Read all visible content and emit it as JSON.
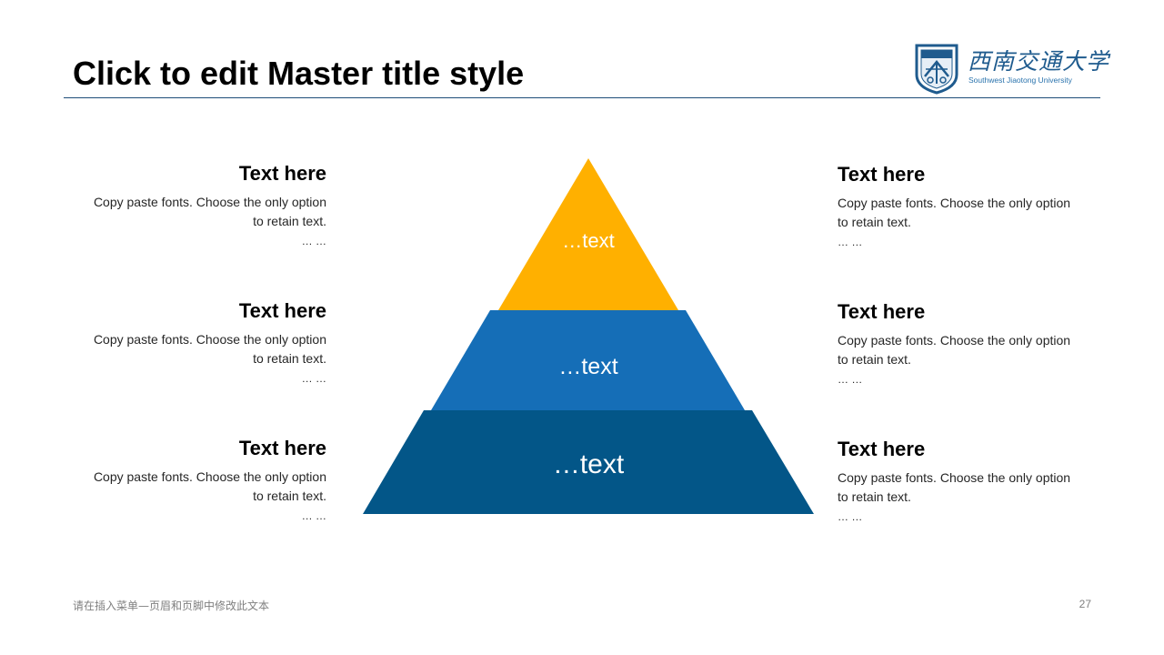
{
  "title": "Click to edit Master title style",
  "logo": {
    "name_cn": "西南交通大学",
    "name_en": "Southwest Jiaotong University"
  },
  "pyramid": {
    "tiers": [
      {
        "label": "…text",
        "color": "#ffb000"
      },
      {
        "label": "…text",
        "color": "#156eb7"
      },
      {
        "label": "…text",
        "color": "#035688"
      }
    ]
  },
  "left_items": [
    {
      "heading": "Text here",
      "line1": "Copy paste fonts. Choose the only option",
      "line2": "to retain text.",
      "ellipsis": "… …"
    },
    {
      "heading": "Text here",
      "line1": "Copy paste fonts. Choose the only option",
      "line2": "to retain text.",
      "ellipsis": "… …"
    },
    {
      "heading": "Text here",
      "line1": "Copy paste fonts. Choose the only option",
      "line2": "to retain text.",
      "ellipsis": "… …"
    }
  ],
  "right_items": [
    {
      "heading": "Text here",
      "line1": "Copy paste fonts. Choose the only option",
      "line2": "to retain text.",
      "ellipsis": "… …"
    },
    {
      "heading": "Text here",
      "line1": "Copy paste fonts. Choose the only option",
      "line2": "to retain text.",
      "ellipsis": "… …"
    },
    {
      "heading": "Text here",
      "line1": "Copy paste fonts. Choose the only option",
      "line2": "to retain text.",
      "ellipsis": "… …"
    }
  ],
  "footer": {
    "text": "请在插入菜单—页眉和页脚中修改此文本",
    "page_number": "27"
  }
}
